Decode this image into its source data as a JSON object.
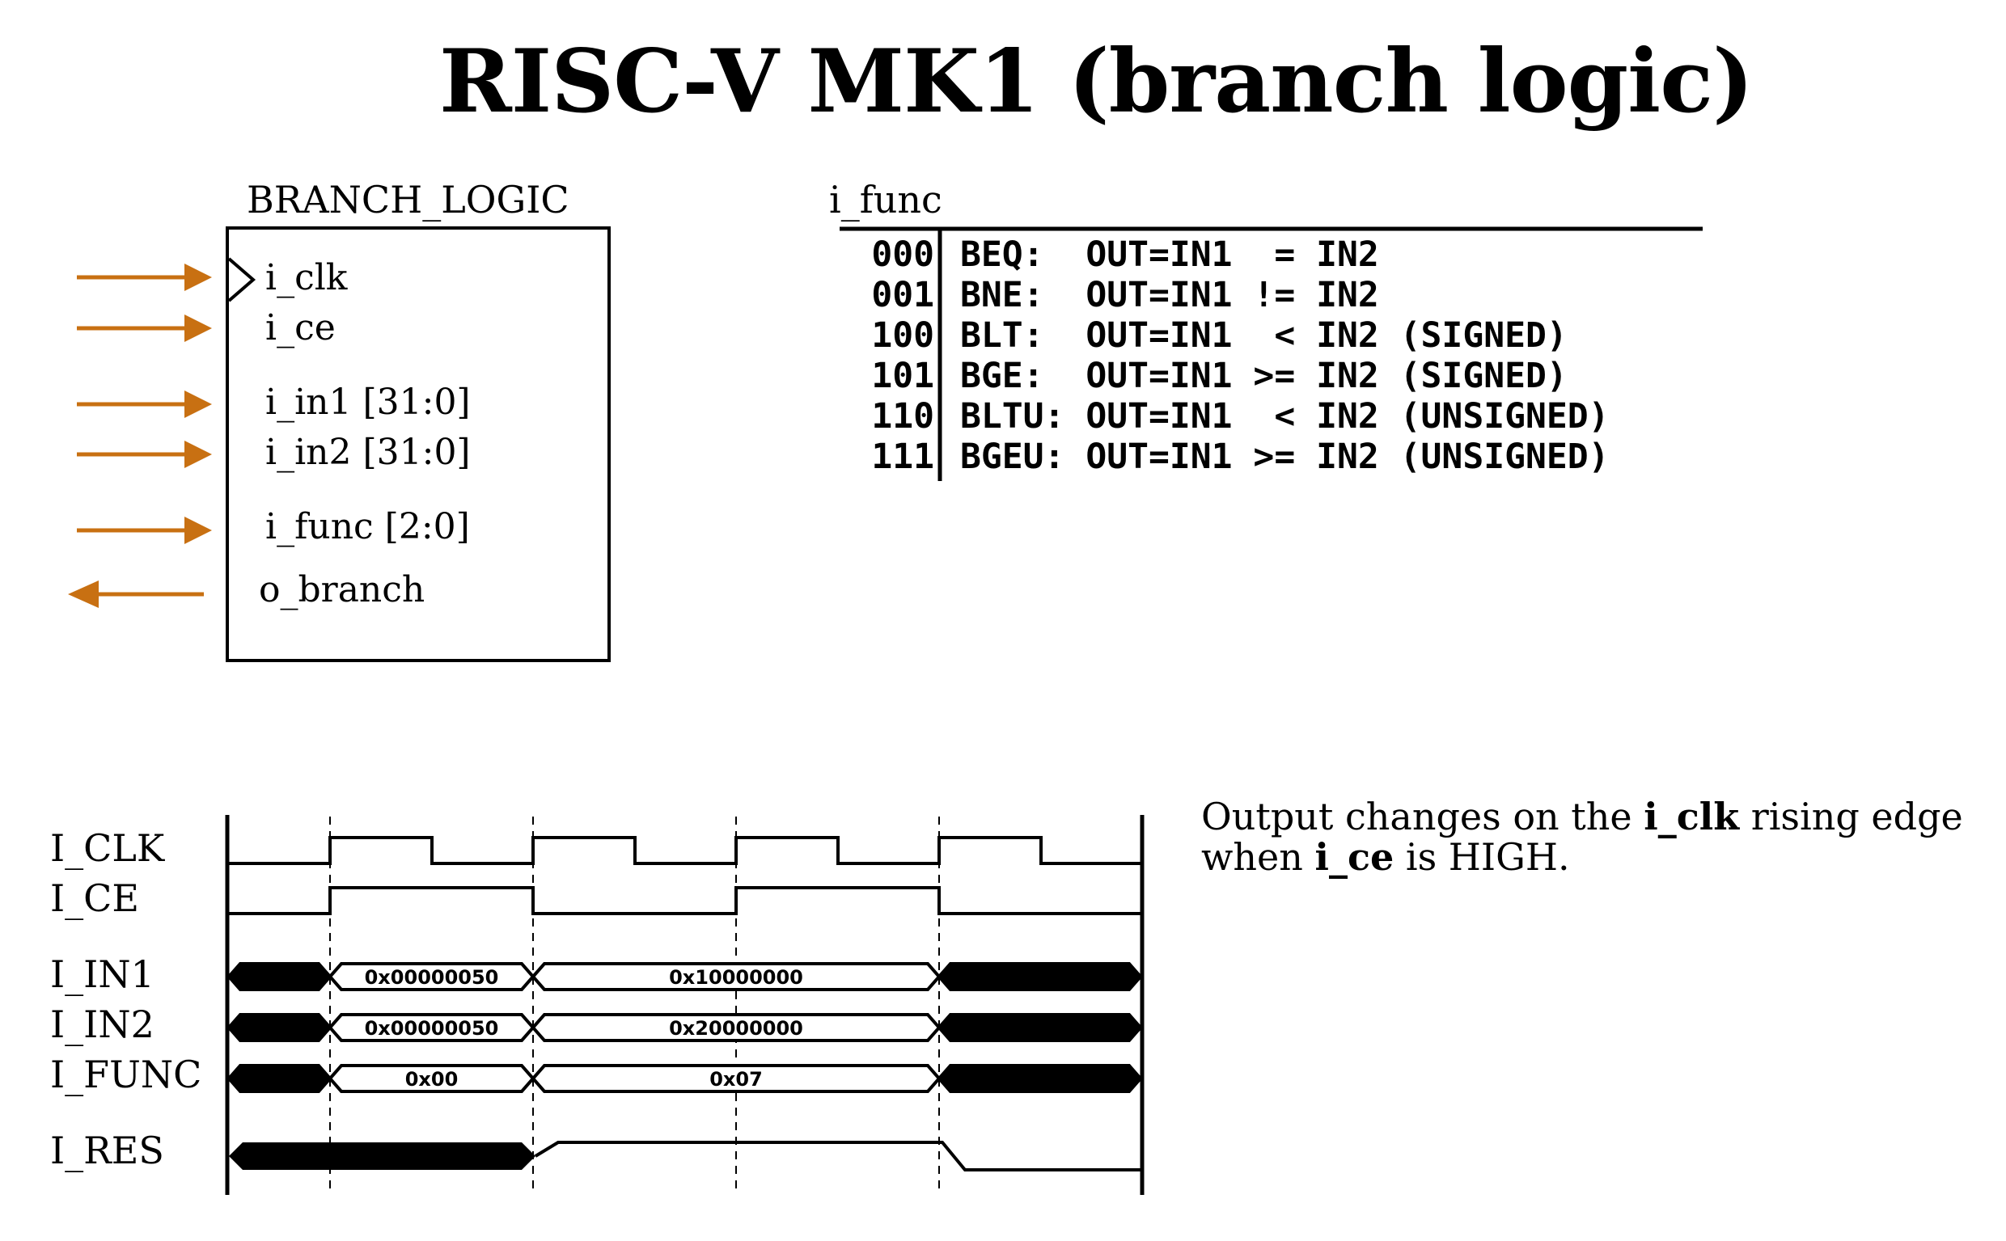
{
  "title": "RISC-V MK1 (branch logic)",
  "block": {
    "name": "BRANCH_LOGIC",
    "ports": [
      {
        "label": "i_clk",
        "direction": "in"
      },
      {
        "label": "i_ce",
        "direction": "in"
      },
      {
        "label": "i_in1 [31:0]",
        "direction": "in"
      },
      {
        "label": "i_in2 [31:0]",
        "direction": "in"
      },
      {
        "label": "i_func [2:0]",
        "direction": "in"
      },
      {
        "label": "o_branch",
        "direction": "out"
      }
    ],
    "arrow_color": "#C87012"
  },
  "func_table": {
    "title": "i_func",
    "rows": [
      {
        "code": "000",
        "desc": "BEQ:  OUT=IN1  = IN2"
      },
      {
        "code": "001",
        "desc": "BNE:  OUT=IN1 != IN2"
      },
      {
        "code": "100",
        "desc": "BLT:  OUT=IN1  < IN2 (SIGNED)"
      },
      {
        "code": "101",
        "desc": "BGE:  OUT=IN1 >= IN2 (SIGNED)"
      },
      {
        "code": "110",
        "desc": "BLTU: OUT=IN1  < IN2 (UNSIGNED)"
      },
      {
        "code": "111",
        "desc": "BGEU: OUT=IN1 >= IN2 (UNSIGNED)"
      }
    ]
  },
  "timing": {
    "signals": [
      "I_CLK",
      "I_CE",
      "I_IN1",
      "I_IN2",
      "I_FUNC",
      "I_RES"
    ],
    "in1_values": [
      "0x00000050",
      "0x10000000"
    ],
    "in2_values": [
      "0x00000050",
      "0x20000000"
    ],
    "func_values": [
      "0x00",
      "0x07"
    ]
  },
  "note": {
    "line1_pre": "Output changes on the ",
    "line1_bold": "i_clk",
    "line1_post": " rising edge",
    "line2_pre": "when ",
    "line2_bold": "i_ce",
    "line2_post": " is HIGH."
  }
}
